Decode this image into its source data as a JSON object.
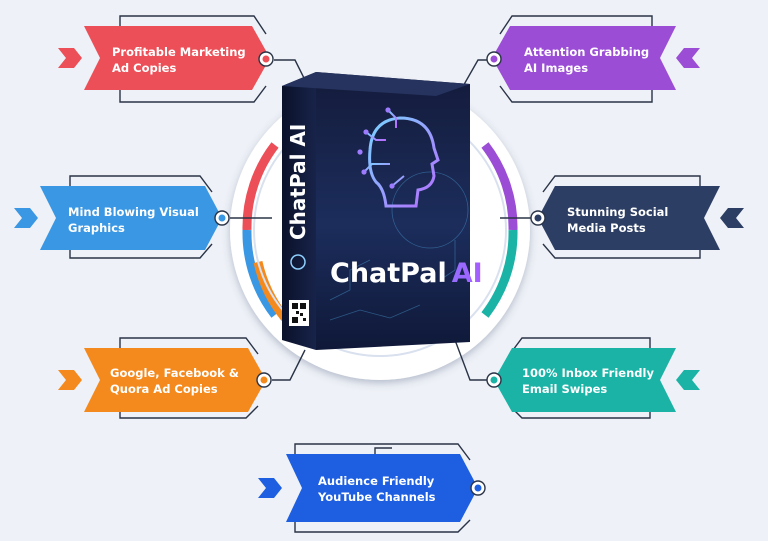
{
  "features": [
    {
      "id": "marketing-ad-copies",
      "lines": [
        "Profitable Marketing",
        "Ad Copies"
      ],
      "color": "#ec4f57"
    },
    {
      "id": "ai-images",
      "lines": [
        "Attention Grabbing",
        "AI Images"
      ],
      "color": "#9b4dd6"
    },
    {
      "id": "visual-graphics",
      "lines": [
        "Mind Blowing Visual",
        "Graphics"
      ],
      "color": "#3a97e3"
    },
    {
      "id": "social-media-posts",
      "lines": [
        "Stunning Social",
        "Media Posts"
      ],
      "color": "#2c3e63"
    },
    {
      "id": "ad-copies-google-fb",
      "lines": [
        "Google, Facebook &",
        "Quora Ad Copies"
      ],
      "color": "#f48a1d"
    },
    {
      "id": "email-swipes",
      "lines": [
        "100% Inbox Friendly",
        "Email Swipes"
      ],
      "color": "#1bb3a6"
    },
    {
      "id": "youtube-channels",
      "lines": [
        "Audience Friendly",
        "YouTube Channels"
      ],
      "color": "#1d5fe0"
    }
  ],
  "product": {
    "name": "ChatPal",
    "suffix": "AI",
    "spine_text": "ChatPal AI",
    "icons": [
      "ai-head-icon",
      "qr-code-icon"
    ]
  }
}
